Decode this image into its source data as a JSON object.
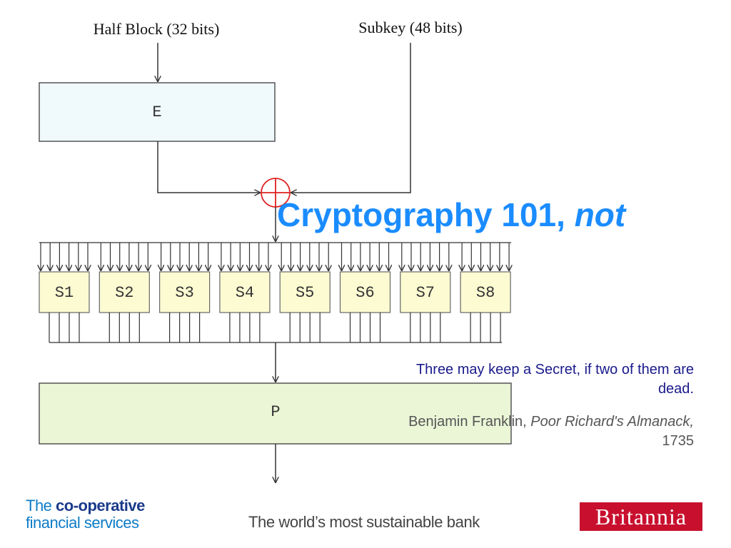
{
  "diagram": {
    "half_block_label": "Half Block (32 bits)",
    "subkey_label": "Subkey (48 bits)",
    "expansion_label": "E",
    "permutation_label": "P",
    "sboxes": [
      "S1",
      "S2",
      "S3",
      "S4",
      "S5",
      "S6",
      "S7",
      "S8"
    ],
    "colors": {
      "expansion_fill": "#f0fafd",
      "sbox_fill": "#fdfbd2",
      "permutation_fill": "#ebf6d7",
      "xor": "#e02020"
    }
  },
  "slide": {
    "title_main": "Cryptography 101, ",
    "title_emphasis": "not",
    "quote": "Three may keep a Secret, if two of them are dead.",
    "attribution_author": "Benjamin Franklin, ",
    "attribution_work": "Poor Richard's Almanack,",
    "attribution_year": " 1735"
  },
  "footer": {
    "coop_the": "The ",
    "coop_name": "co-operative",
    "coop_line2": "financial services",
    "tagline": "The world’s most sustainable bank",
    "britannia": "Britannia",
    "colors": {
      "coop": "#0e7cc8",
      "britannia_bg": "#c8102e"
    }
  }
}
